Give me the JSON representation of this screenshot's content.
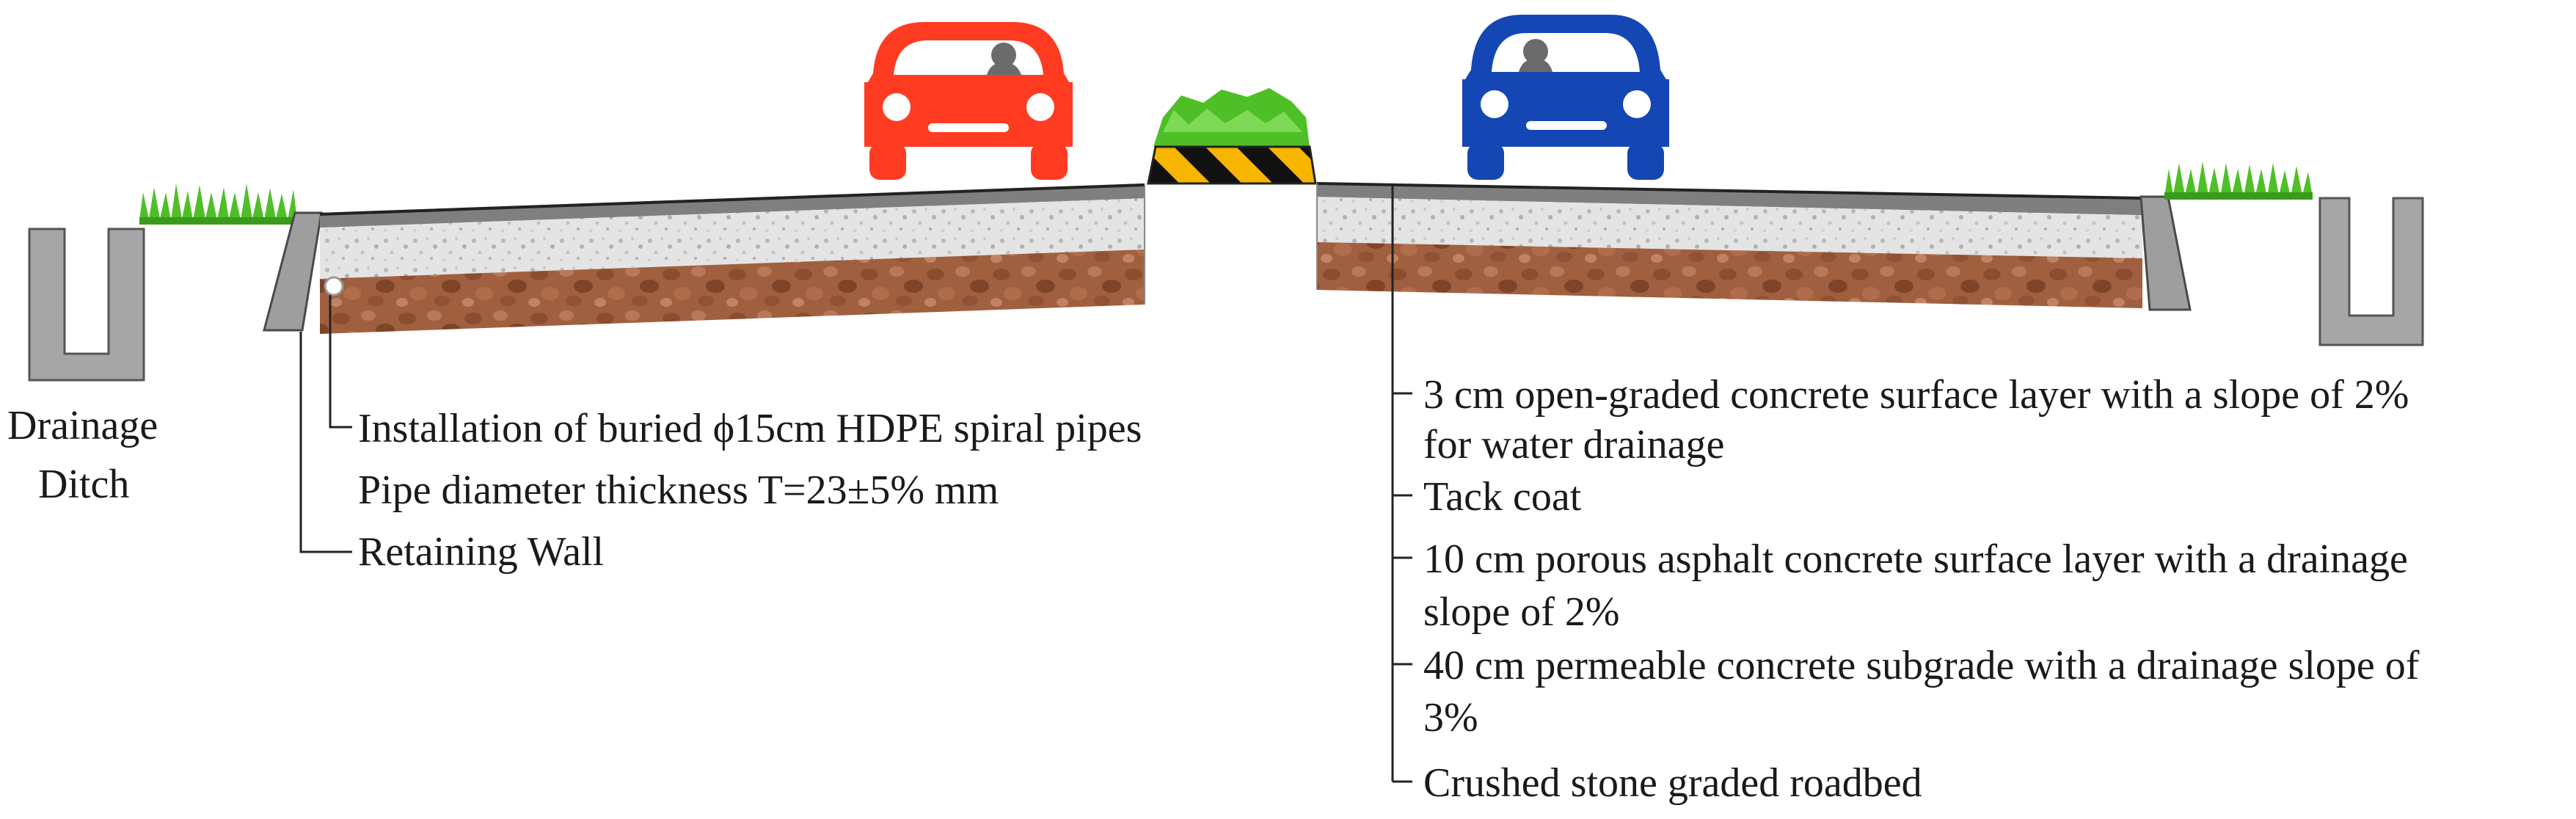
{
  "colors": {
    "left_car": "#ff3b22",
    "right_car": "#1446b4",
    "grass": "#4fbf28",
    "median_stripe_yellow": "#f7b500",
    "asphalt": "#7f7f7f",
    "porous_layer": "#d9d9d9",
    "subgrade": "#9a5a3a",
    "wall": "#9e9e9e"
  },
  "icons": [
    "red-car-icon",
    "blue-car-icon",
    "median-planter-icon",
    "grass-tuft-icon",
    "drainage-ditch-icon",
    "retaining-wall-icon"
  ],
  "left_labels": {
    "drainage_ditch_line1": "Drainage",
    "drainage_ditch_line2": "Ditch",
    "pipe_line1": "Installation of buried ϕ15cm HDPE spiral pipes",
    "pipe_line2": "Pipe diameter thickness T=23±5% mm",
    "retaining_wall": "Retaining Wall"
  },
  "right_labels": {
    "surface_layer_line1": "3 cm open-graded concrete surface layer with a slope of 2%",
    "surface_layer_line2": "for water drainage",
    "tack_coat": "Tack coat",
    "porous_asphalt_line1": "10 cm porous asphalt concrete surface layer with a drainage",
    "porous_asphalt_line2": "slope of 2%",
    "subgrade_line1": "40 cm permeable concrete subgrade with a drainage slope of",
    "subgrade_line2": "3%",
    "roadbed": "Crushed stone graded roadbed"
  }
}
